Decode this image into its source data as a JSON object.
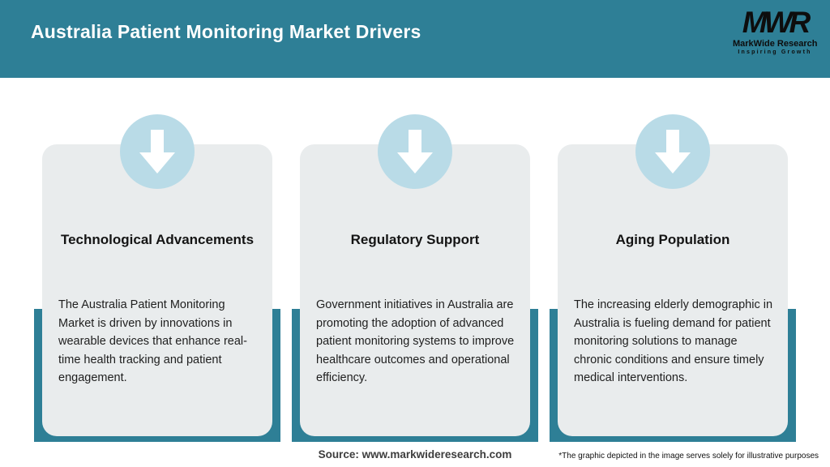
{
  "header": {
    "title": "Australia Patient Monitoring Market Drivers",
    "logo": {
      "monogram": "MWR",
      "name": "MarkWide Research",
      "tagline": "Inspiring Growth"
    }
  },
  "cards": [
    {
      "icon": "down-arrow-icon",
      "title": "Technological Advancements",
      "description": "The Australia Patient Monitoring Market is driven by innovations in wearable devices that enhance real-time health tracking and patient engagement."
    },
    {
      "icon": "down-arrow-icon",
      "title": "Regulatory Support",
      "description": "Government initiatives in Australia are promoting the adoption of advanced patient monitoring systems to improve healthcare outcomes and operational efficiency."
    },
    {
      "icon": "down-arrow-icon",
      "title": "Aging Population",
      "description": "The increasing elderly demographic in Australia is fueling demand for patient monitoring solutions to manage chronic conditions and ensure timely medical interventions."
    }
  ],
  "footer": {
    "source": "Source: www.markwideresearch.com",
    "disclaimer": "*The graphic depicted in the image serves solely for illustrative purposes"
  },
  "colors": {
    "header_teal": "#2e7f96",
    "card_backing_teal": "#2e7f96",
    "card_bg": "#e9eced",
    "circle_blue": "#b9dbe7",
    "arrow_white": "#ffffff",
    "title_white": "#ffffff",
    "text_dark": "#1f1f1f"
  }
}
